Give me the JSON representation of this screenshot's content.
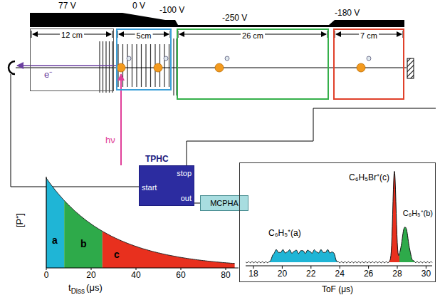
{
  "diagram": {
    "nodes": [
      {
        "text": [
          "12 cm"
        ]
      },
      {
        "text": [
          "5cm"
        ]
      },
      {
        "text": [
          "26 cm"
        ]
      },
      {
        "text": [
          "7 cm"
        ]
      },
      {
        "text": [
          "TPHC",
          "start",
          "stop",
          "out"
        ]
      },
      {
        "text": [
          "MCPHA"
        ]
      },
      {
        "text": [
          "C₆H₅⁺(a)",
          "C₆H₅Br⁺(c)",
          "C₆H₅⁺(b)",
          "ToF (μs)"
        ]
      }
    ],
    "edges": [
      {
        "from": 4,
        "to": 5,
        "arrow": "none"
      }
    ],
    "labels": [
      "77 V",
      "0 V",
      "-100 V",
      "-250 V",
      "-180 V",
      "e⁻",
      "hν",
      "[P⁺]",
      "0",
      "20",
      "40",
      "60",
      "80",
      "t",
      "Diss",
      "(μs)",
      "a",
      "b",
      "c",
      "18",
      "20",
      "22",
      "24",
      "26",
      "28",
      "30"
    ]
  }
}
